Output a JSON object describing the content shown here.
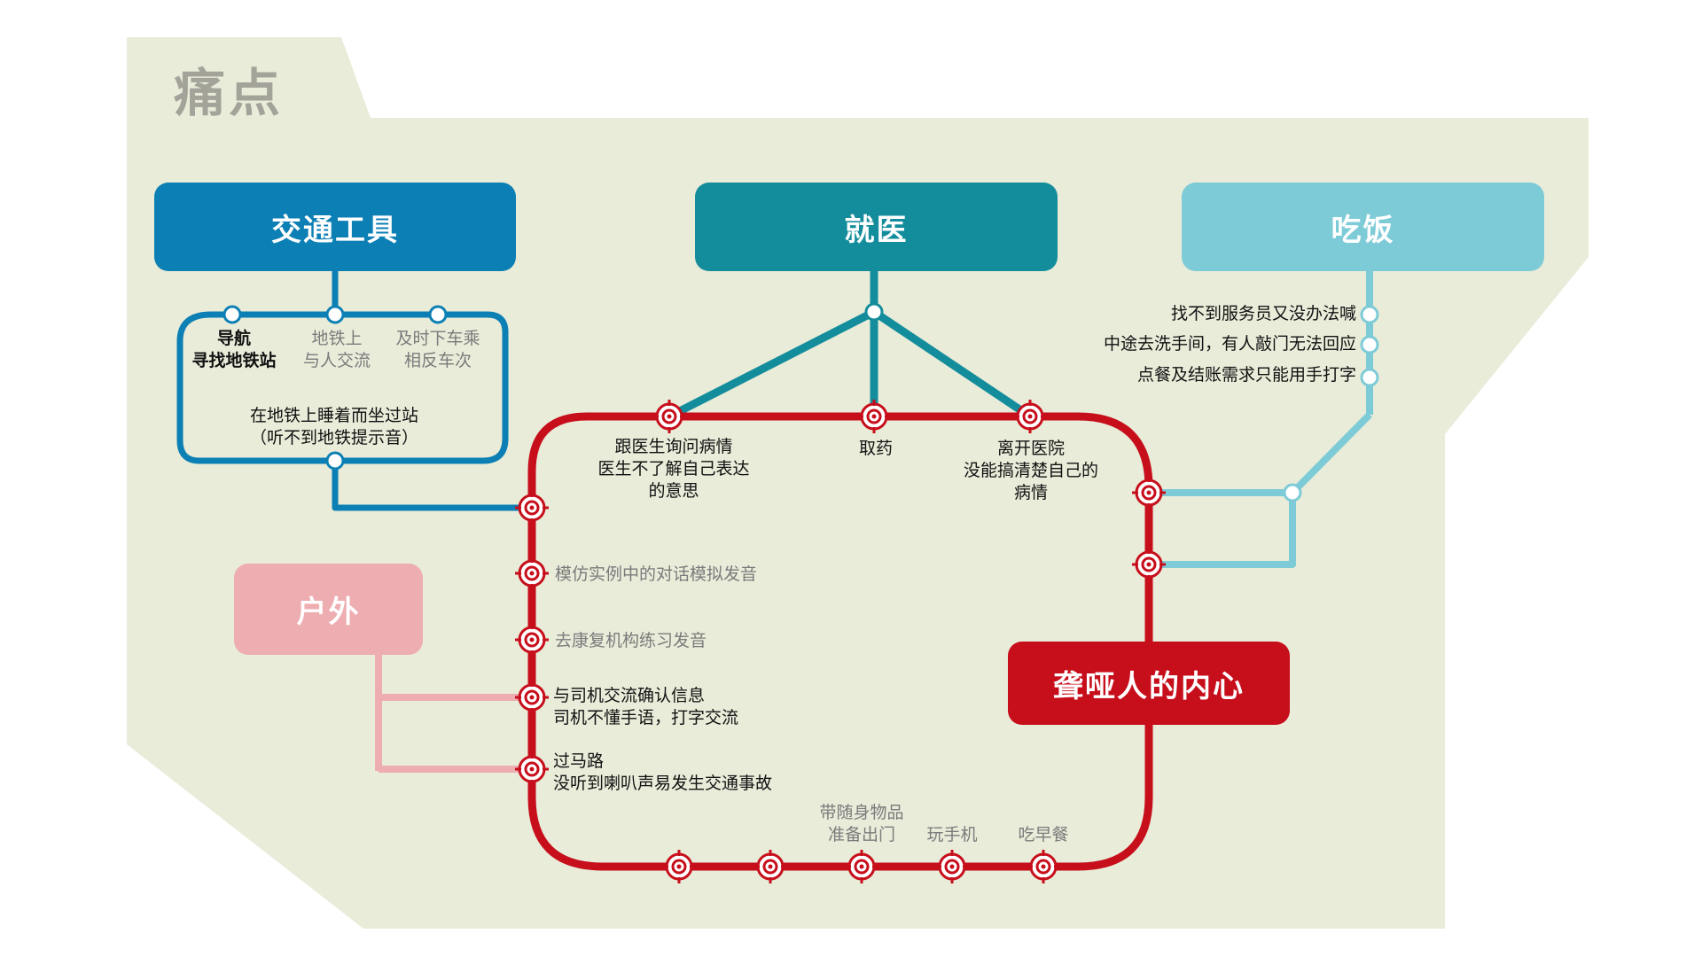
{
  "title": "痛点",
  "colors": {
    "background": "#e8ecd9",
    "transport": "#0c7fb4",
    "medical": "#138c9c",
    "eating": "#7ecbd8",
    "outdoor": "#eeadb0",
    "heart": "#c70e1b"
  },
  "boxes": {
    "transport": "交通工具",
    "medical": "就医",
    "eating": "吃饭",
    "outdoor": "户外",
    "heart": "聋哑人的内心"
  },
  "transport_stops": {
    "nav_line1": "导航",
    "nav_line2": "寻找地铁站",
    "subway_line1": "地铁上",
    "subway_line2": "与人交流",
    "getoff_line1": "及时下车乘",
    "getoff_line2": "相反车次",
    "sleep_line1": "在地铁上睡着而坐过站",
    "sleep_line2": "（听不到地铁提示音）"
  },
  "medical_stops": {
    "ask_line1": "跟医生询问病情",
    "ask_line2": "医生不了解自己表达",
    "ask_line3": "的意思",
    "medicine": "取药",
    "leave_line1": "离开医院",
    "leave_line2": "没能搞清楚自己的",
    "leave_line3": "病情"
  },
  "eating_stops": {
    "waiter": "找不到服务员又没办法喊",
    "restroom": "中途去洗手间，有人敲门无法回应",
    "order": "点餐及结账需求只能用手打字"
  },
  "left_stops": {
    "imitate": "模仿实例中的对话模拟发音",
    "rehab": "去康复机构练习发音",
    "driver_line1": "与司机交流确认信息",
    "driver_line2": "司机不懂手语，打字交流",
    "road_line1": "过马路",
    "road_line2": "没听到喇叭声易发生交通事故"
  },
  "bottom_stops": {
    "belongings_line1": "带随身物品",
    "belongings_line2": "准备出门",
    "phone": "玩手机",
    "breakfast": "吃早餐"
  }
}
